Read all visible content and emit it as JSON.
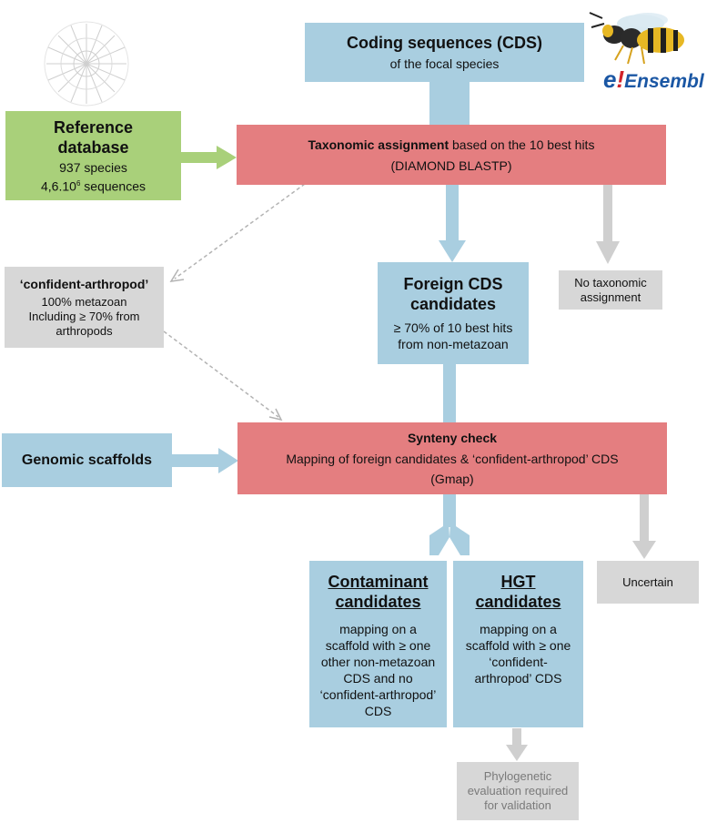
{
  "cds": {
    "title": "Coding sequences (CDS)",
    "subtitle": "of the focal species"
  },
  "ensembl": {
    "e": "e",
    "bang": "!",
    "name": "Ensembl"
  },
  "reference": {
    "title_1": "Reference",
    "title_2": "database",
    "species": "937 species",
    "seq_base": "4,6.10",
    "seq_exp": "6",
    "seq_rest": " sequences"
  },
  "taxonomic": {
    "bold": "Taxonomic assignment",
    "rest": " based on the 10 best hits",
    "method": "(DIAMOND BLASTP)"
  },
  "confident": {
    "title": "‘confident-arthropod’",
    "line1": "100% metazoan",
    "line2": "Including ≥ 70% from",
    "line3": "arthropods"
  },
  "foreign": {
    "title_1": "Foreign CDS",
    "title_2": "candidates",
    "line1": "≥ 70% of 10 best hits",
    "line2": "from non-metazoan"
  },
  "no_assign": {
    "line1": "No taxonomic",
    "line2": "assignment"
  },
  "genomic": {
    "title": "Genomic scaffolds"
  },
  "synteny": {
    "title": "Synteny check",
    "line1": "Mapping of foreign candidates & ‘confident-arthropod’ CDS",
    "line2": "(Gmap)"
  },
  "uncertain": {
    "label": "Uncertain"
  },
  "contaminant": {
    "title_1": "Contaminant",
    "title_2": "candidates",
    "lines": [
      "mapping on a",
      "scaffold with ≥ one",
      "other non-metazoan",
      "CDS and no",
      "‘confident-arthropod’",
      "CDS"
    ]
  },
  "hgt": {
    "title_1": "HGT",
    "title_2": "candidates",
    "lines": [
      "mapping on a",
      "scaffold with ≥ one",
      "‘confident-",
      "arthropod’ CDS"
    ]
  },
  "phylo": {
    "lines": [
      "Phylogenetic",
      "evaluation required",
      "for validation"
    ]
  },
  "colors": {
    "blue": "#a9cee0",
    "red": "#e47e80",
    "green": "#a9d07a",
    "grey": "#d7d7d7",
    "arrow_grey": "#cfcfcf",
    "ensembl_blue": "#1b57a4",
    "ensembl_red": "#d1232a"
  }
}
